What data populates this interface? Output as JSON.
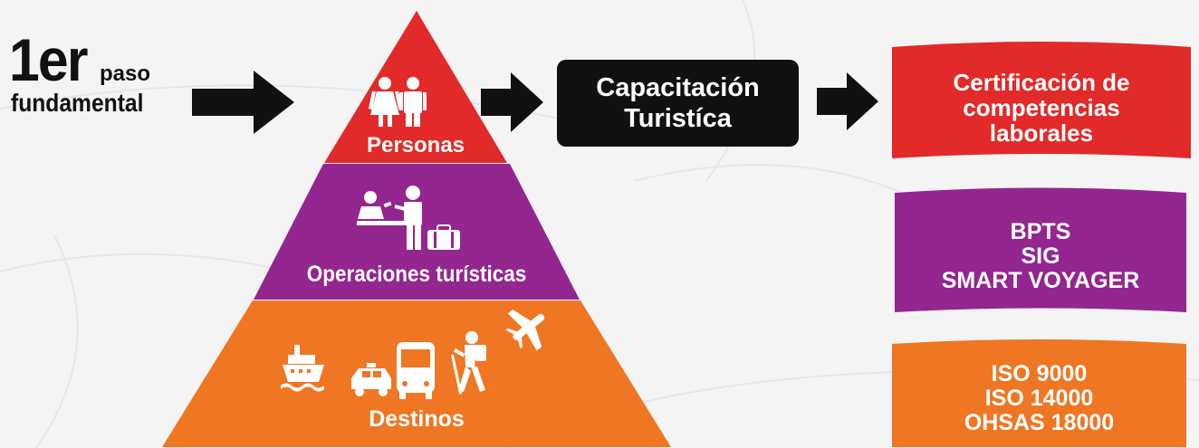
{
  "intro": {
    "big": "1er",
    "small_line1": "paso",
    "small_line2": "fundamental"
  },
  "pyramid": {
    "top_label": "Personas",
    "middle_label": "Operaciones turísticas",
    "bottom_label": "Destinos",
    "top_icon": "people-icon",
    "middle_icon": "reception-luggage-icon",
    "bottom_icons": [
      "ship-icon",
      "taxi-icon",
      "bus-icon",
      "hiker-icon",
      "airplane-icon"
    ]
  },
  "training": {
    "line1": "Capacitación",
    "line2": "Turistíca"
  },
  "cards": [
    {
      "lines": [
        "Certificación de",
        "competencias",
        "laborales"
      ],
      "color": "#e12a29"
    },
    {
      "lines": [
        "BPTS",
        "SIG",
        "SMART VOYAGER"
      ],
      "color": "#93268f"
    },
    {
      "lines": [
        "ISO 9000",
        "ISO 14000",
        "OHSAS 18000"
      ],
      "color": "#ef7623"
    }
  ],
  "colors": {
    "red": "#e12a29",
    "purple": "#93268f",
    "orange": "#ef7623",
    "black": "#111111",
    "white": "#ffffff"
  }
}
